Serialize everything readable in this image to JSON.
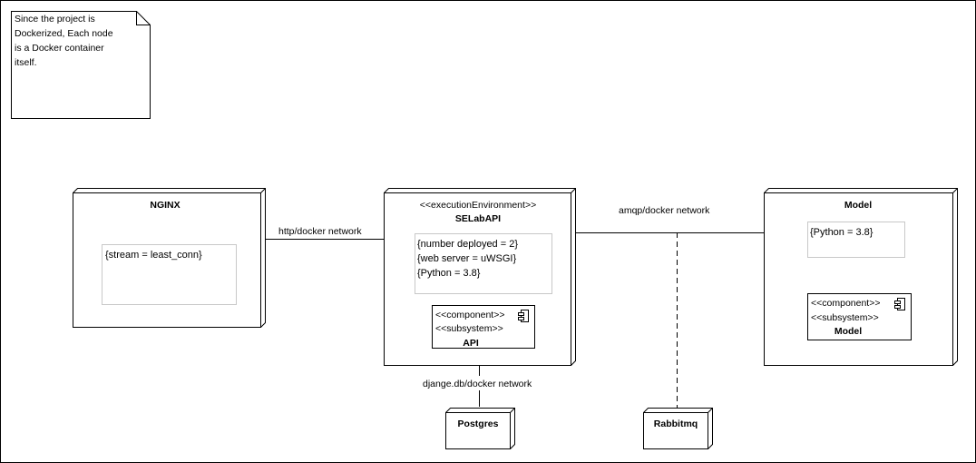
{
  "note": {
    "lines": [
      "Since the project is",
      "Dockerized, Each node",
      "is a Docker container",
      "itself."
    ]
  },
  "nodes": {
    "nginx": {
      "title": "NGINX",
      "properties": [
        "{stream = least_conn}"
      ]
    },
    "selabapi": {
      "stereotype": "<<executionEnvironment>>",
      "title": "SELabAPI",
      "properties": [
        "{number deployed = 2}",
        "{web server = uWSGI}",
        "{Python = 3.8}"
      ],
      "component": {
        "stereotype1": "<<component>>",
        "stereotype2": "<<subsystem>>",
        "name": "API"
      }
    },
    "model": {
      "title": "Model",
      "properties": [
        "{Python = 3.8}"
      ],
      "component": {
        "stereotype1": "<<component>>",
        "stereotype2": "<<subsystem>>",
        "name": "Model"
      }
    },
    "postgres": {
      "title": "Postgres"
    },
    "rabbitmq": {
      "title": "Rabbitmq"
    }
  },
  "connections": {
    "nginx_api": "http/docker network",
    "api_model": "amqp/docker network",
    "api_postgres": "djange.db/docker network"
  }
}
